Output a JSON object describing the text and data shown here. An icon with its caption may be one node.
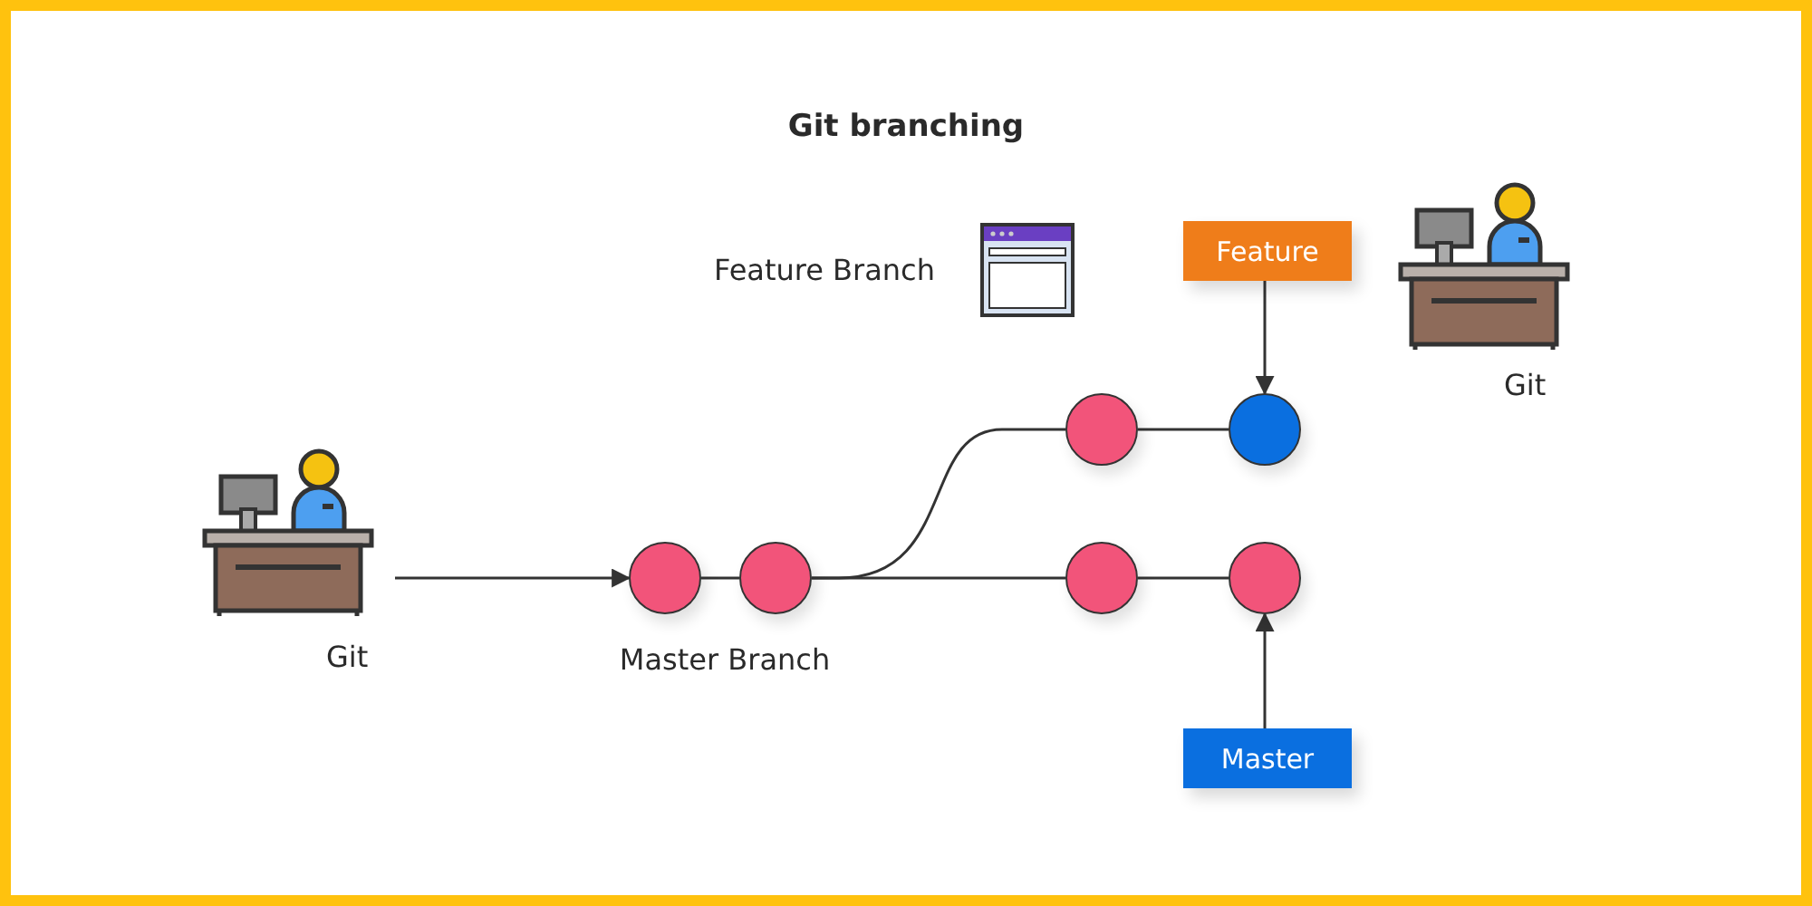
{
  "diagram": {
    "title": "Git branching",
    "nodes": [
      {
        "text": [
          "Git"
        ]
      },
      {
        "text": [],
        "shape": "circle"
      },
      {
        "text": [],
        "shape": "circle"
      },
      {
        "text": [],
        "shape": "circle"
      },
      {
        "text": [],
        "shape": "circle"
      },
      {
        "text": [],
        "shape": "circle"
      },
      {
        "text": [],
        "shape": "circle"
      },
      {
        "text": [
          "Feature"
        ]
      },
      {
        "text": [
          "Master"
        ]
      },
      {
        "text": [
          "Git"
        ]
      }
    ],
    "edges": [
      {
        "from": 0,
        "to": 1,
        "arrow": "to"
      },
      {
        "from": 1,
        "to": 2,
        "arrow": "none"
      },
      {
        "from": 2,
        "to": 3,
        "arrow": "none"
      },
      {
        "from": 2,
        "to": 5,
        "arrow": "none"
      },
      {
        "from": 3,
        "to": 4,
        "arrow": "none"
      },
      {
        "from": 5,
        "to": 6,
        "arrow": "none"
      },
      {
        "from": 7,
        "to": 4,
        "arrow": "to"
      },
      {
        "from": 8,
        "to": 6,
        "arrow": "to"
      }
    ],
    "labels": [
      "Feature Branch",
      "Master Branch"
    ]
  }
}
